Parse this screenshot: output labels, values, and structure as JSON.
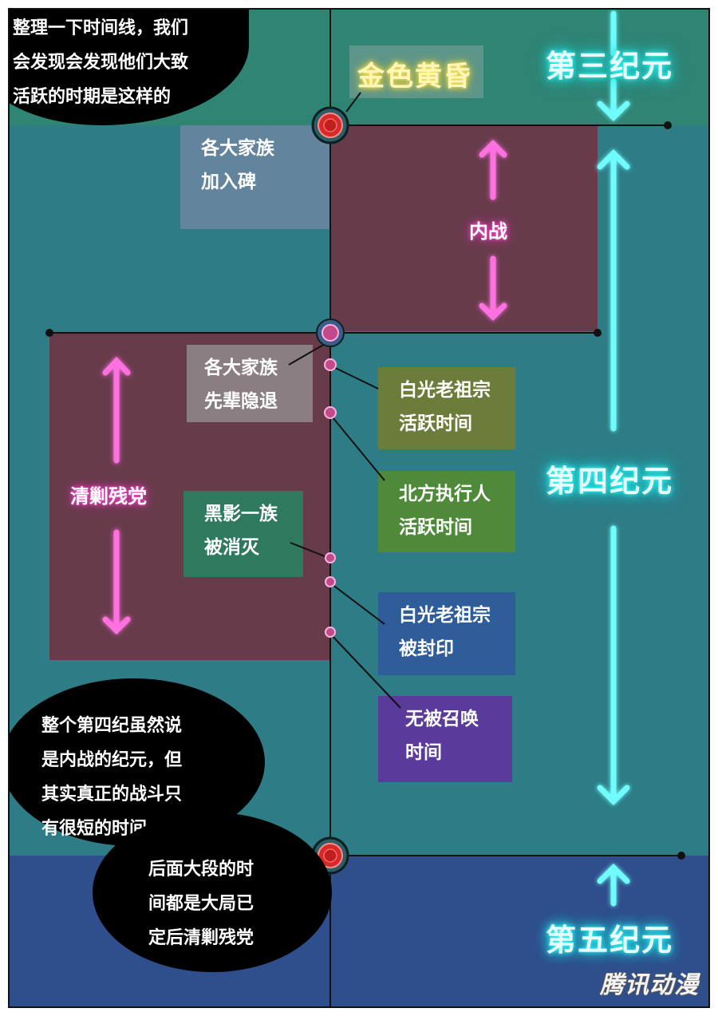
{
  "colors": {
    "background_era4": "#2d7c86",
    "era3_band": "#2f8474",
    "era5_band": "#2f4e8c",
    "civil_war_block": "#6b3848",
    "purge_block": "#6b3848",
    "neon_cyan": "#3ff2f2",
    "neon_pink": "#ff3fd0",
    "node_red": "#d42a2a"
  },
  "bubble_top": {
    "lines": [
      "整理一下时间线，我们",
      "会发现会发现他们大致",
      "活跃的时期是这样的"
    ]
  },
  "golden_dusk": {
    "label": "金色黄昏"
  },
  "eras": {
    "era3": "第三纪元",
    "era4": "第四纪元",
    "era5": "第五纪元"
  },
  "events": {
    "clans_join": {
      "line1": "各大家族",
      "line2": "加入碑"
    },
    "civil_war": "内战",
    "elders_retire": {
      "line1": "各大家族",
      "line2": "先辈隐退"
    },
    "purge": "清剿残党",
    "white_light_active": {
      "line1": "白光老祖宗",
      "line2": "活跃时间"
    },
    "north_executor_active": {
      "line1": "北方执行人",
      "line2": "活跃时间"
    },
    "black_shadow_destroyed": {
      "line1": "黑影一族",
      "line2": "被消灭"
    },
    "white_light_sealed": {
      "line1": "白光老祖宗",
      "line2": "被封印"
    },
    "unsummoned_time": {
      "line1": "无被召唤",
      "line2": "时间"
    }
  },
  "bubble_bottom": {
    "lines": [
      "整个第四纪虽然说",
      "是内战的纪元，但",
      "其实真正的战斗只",
      "有很短的时间"
    ]
  },
  "bubble_bottom_2": {
    "lines": [
      "后面大段的时",
      "间都是大局已",
      "定后清剿残党"
    ]
  },
  "watermark": "腾讯动漫"
}
